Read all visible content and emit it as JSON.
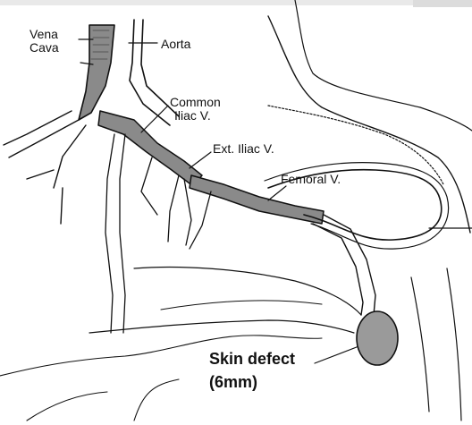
{
  "diagram": {
    "labels": {
      "vena_cava_line1": "Vena",
      "vena_cava_line2": "Cava",
      "aorta": "Aorta",
      "common_iliac_line1": "Common",
      "common_iliac_line2": "Iliac V.",
      "ext_iliac": "Ext. Iliac V.",
      "femoral": "Femoral V.",
      "skin_defect_line1": "Skin defect",
      "skin_defect_line2": "(6mm)"
    },
    "colors": {
      "line": "#111111",
      "vein_fill": "#8a8a8a",
      "skin_defect_fill": "#9a9a9a",
      "background": "#ffffff"
    }
  }
}
